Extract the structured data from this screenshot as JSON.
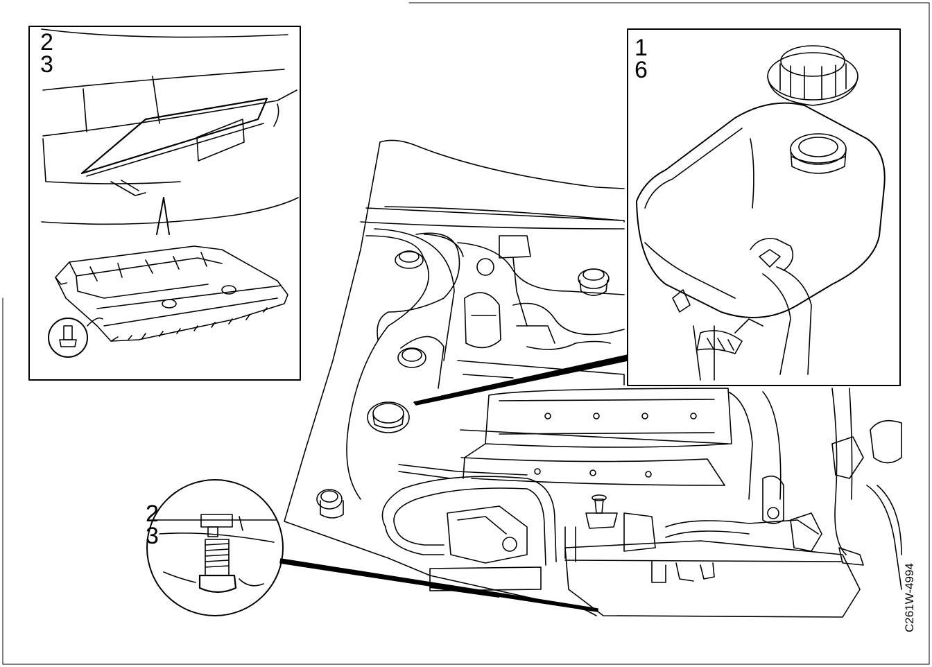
{
  "callouts": {
    "top_left": {
      "line1": "2",
      "line2": "3"
    },
    "top_right": {
      "line1": "1",
      "line2": "6"
    },
    "bottom_left": {
      "line1": "2",
      "line2": "3"
    }
  },
  "figure_code": "C261W-4994",
  "colors": {
    "ink": "#000000",
    "paper": "#ffffff"
  }
}
